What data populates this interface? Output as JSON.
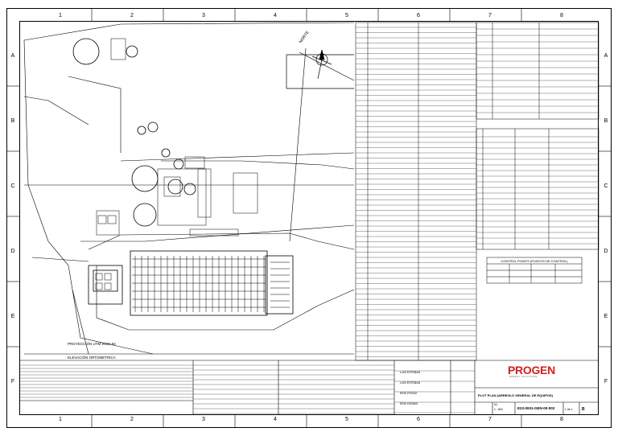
{
  "sheet": {
    "col_labels": [
      "1",
      "2",
      "3",
      "4",
      "5",
      "6",
      "7",
      "8"
    ],
    "row_labels": [
      "A",
      "B",
      "C",
      "D",
      "E",
      "F"
    ]
  },
  "plan": {
    "north_label": "NORTE",
    "utm_label": "PROYECCIÓN UTM WGS-84",
    "elevation_label": "ELEVACIÓN ORTOMÉTRICA"
  },
  "control_points": {
    "title": "CONTROL POINTS (PUNTOS DE CONTROL)"
  },
  "title_block": {
    "logo": "PROGEN",
    "logo_tagline": "ENERGY SOLUTIONS",
    "drawing_title": "PLOT PLAN (ARREGLO GENERAL DE EQUIPOS)",
    "drawing_number": "E23-0001-GEN-00-003",
    "scale": "1 : 600",
    "sheet_num": "1 de 1",
    "revision": "B",
    "size": "A1",
    "drawn_by": "LUIS ESTEBAN",
    "checked_by": "LUIS ESTEBAN",
    "approved_by": "ERIK PONCE",
    "project_by": "ERIK DENNIS"
  }
}
